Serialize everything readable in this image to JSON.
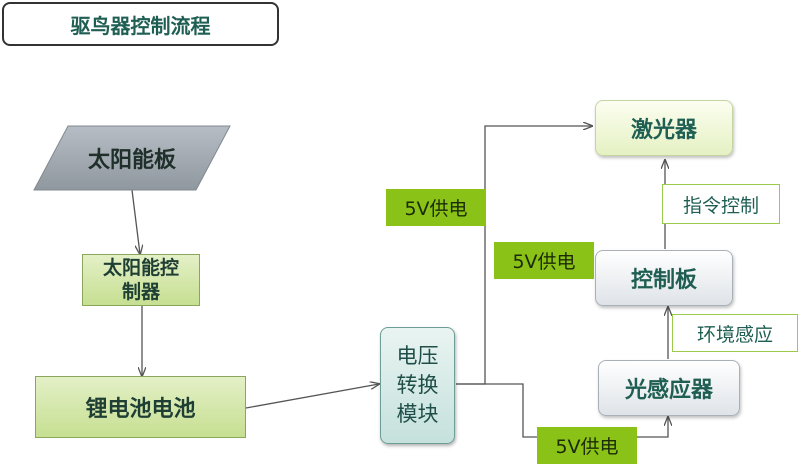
{
  "title": "驱鸟器控制流程",
  "nodes": {
    "solar_panel": "太阳能板",
    "solar_controller": "太阳能控\n制器",
    "lithium_battery": "锂电池电池",
    "voltage_converter": "电压\n转换\n模块",
    "laser": "激光器",
    "control_board": "控制板",
    "light_sensor": "光感应器"
  },
  "edge_labels": {
    "power_to_laser": "5V供电",
    "power_to_board": "5V供电",
    "power_to_sensor": "5V供电",
    "command_control": "指令控制",
    "environment_sensing": "环境感应"
  },
  "colors": {
    "title_text": "#1f5f53",
    "green_box": "#c6df91",
    "lime_label": "#8ac217",
    "line": "#555555"
  }
}
